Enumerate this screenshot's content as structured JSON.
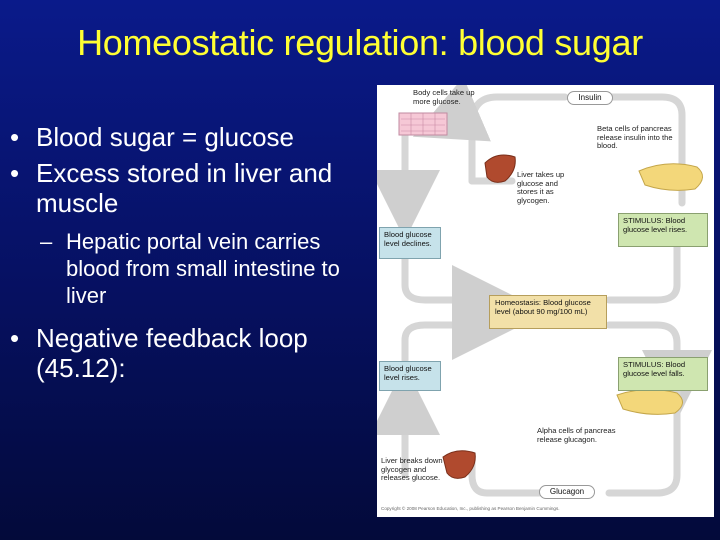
{
  "slide": {
    "title": "Homeostatic regulation: blood sugar",
    "bullets": [
      {
        "text": "Blood sugar = glucose"
      },
      {
        "text": "Excess stored in liver and muscle"
      },
      {
        "text": "Hepatic portal vein carries blood from small intestine to liver"
      },
      {
        "text": "Negative feedback loop (45.12):"
      }
    ],
    "bullet_marker": "•",
    "sub_marker": "–"
  },
  "diagram": {
    "body_cells": "Body cells take up more glucose.",
    "insulin": "Insulin",
    "beta_cells": "Beta cells of pancreas release insulin into the blood.",
    "liver_takes": "Liver takes up glucose and stores it as glycogen.",
    "stimulus_rises": "STIMULUS: Blood glucose level rises.",
    "declines": "Blood glucose level declines.",
    "homeostasis": "Homeostasis: Blood glucose level (about 90 mg/100 mL)",
    "rises": "Blood glucose level rises.",
    "stimulus_falls": "STIMULUS: Blood glucose level falls.",
    "alpha_cells": "Alpha cells of pancreas release glucagon.",
    "liver_breaks": "Liver breaks down glycogen and releases glucose.",
    "glucagon": "Glucagon",
    "copyright": "Copyright © 2008 Pearson Education, Inc., publishing as Pearson Benjamin Cummings."
  },
  "colors": {
    "title": "#ffff33",
    "stimulus_box": "#cfe6b0",
    "response_box": "#c6e2ea",
    "homeostasis_box": "#f2e0a8",
    "arrow": "#d8d8d8"
  }
}
